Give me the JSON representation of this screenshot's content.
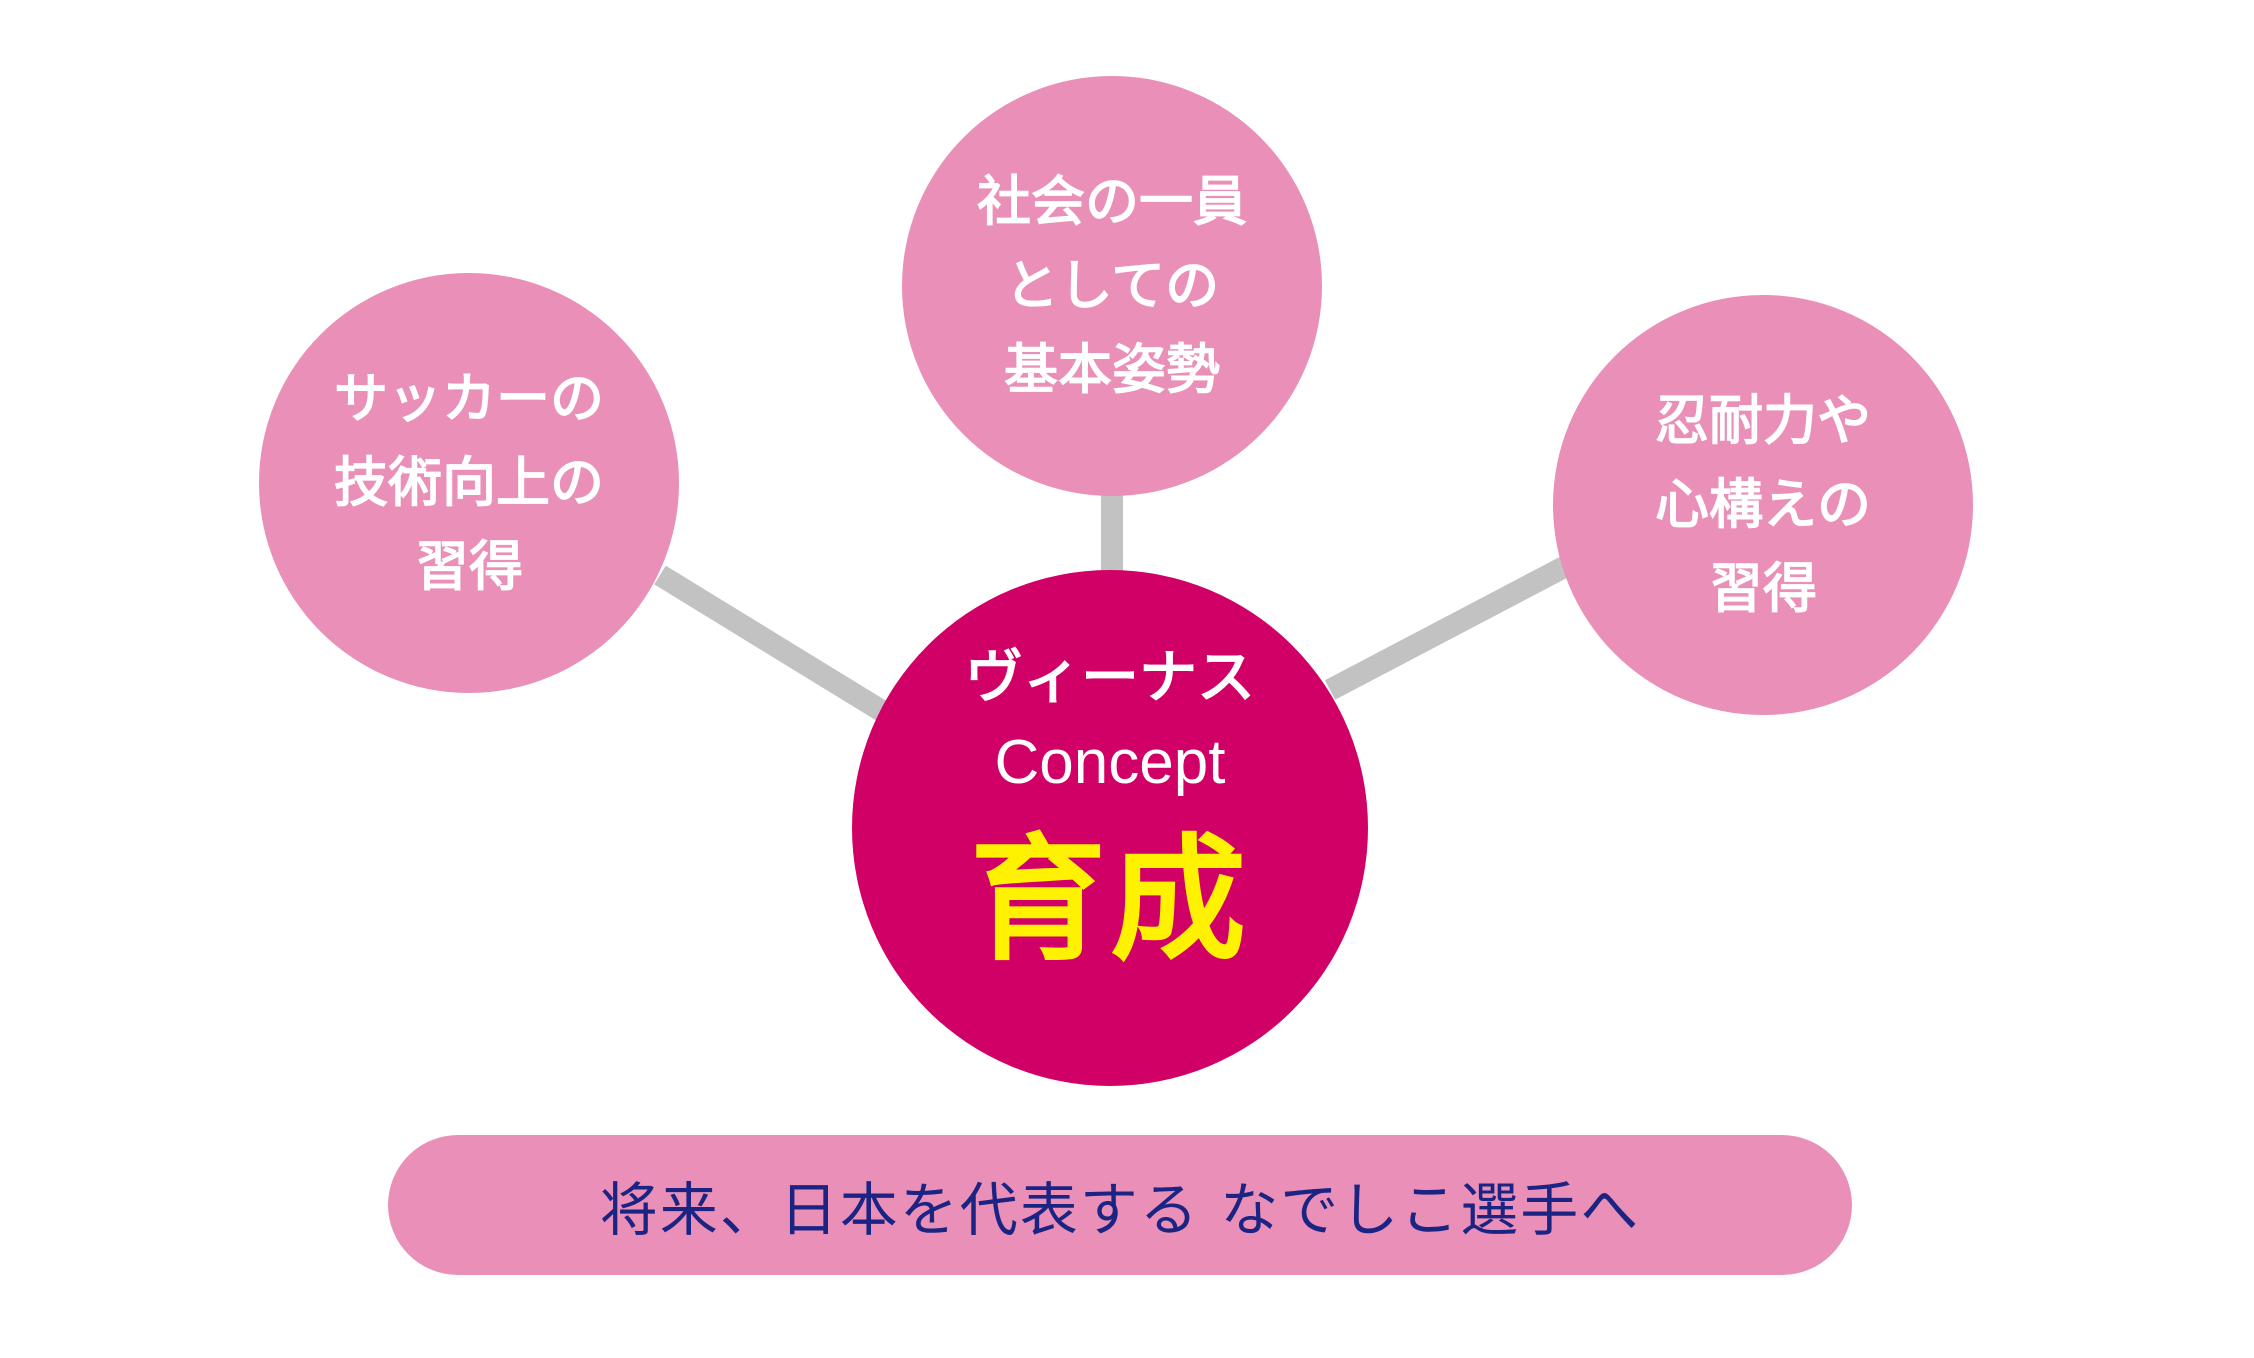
{
  "nodes": {
    "left": {
      "lines": [
        "サッカーの",
        "技術向上の",
        "習得"
      ]
    },
    "top": {
      "lines": [
        "社会の一員",
        "としての",
        "基本姿勢"
      ]
    },
    "right": {
      "lines": [
        "忍耐力や",
        "心構えの",
        "習得"
      ]
    },
    "center": {
      "lines": [
        "ヴィーナス",
        "Concept"
      ],
      "main": "育成"
    }
  },
  "banner": {
    "text": "将来、日本を代表する なでしこ選手へ"
  },
  "colors": {
    "outer_circle": "#e98fb8",
    "center_circle": "#d10067",
    "center_highlight": "#fff200",
    "banner_text": "#1c2483",
    "connector": "#c2c2c2"
  }
}
